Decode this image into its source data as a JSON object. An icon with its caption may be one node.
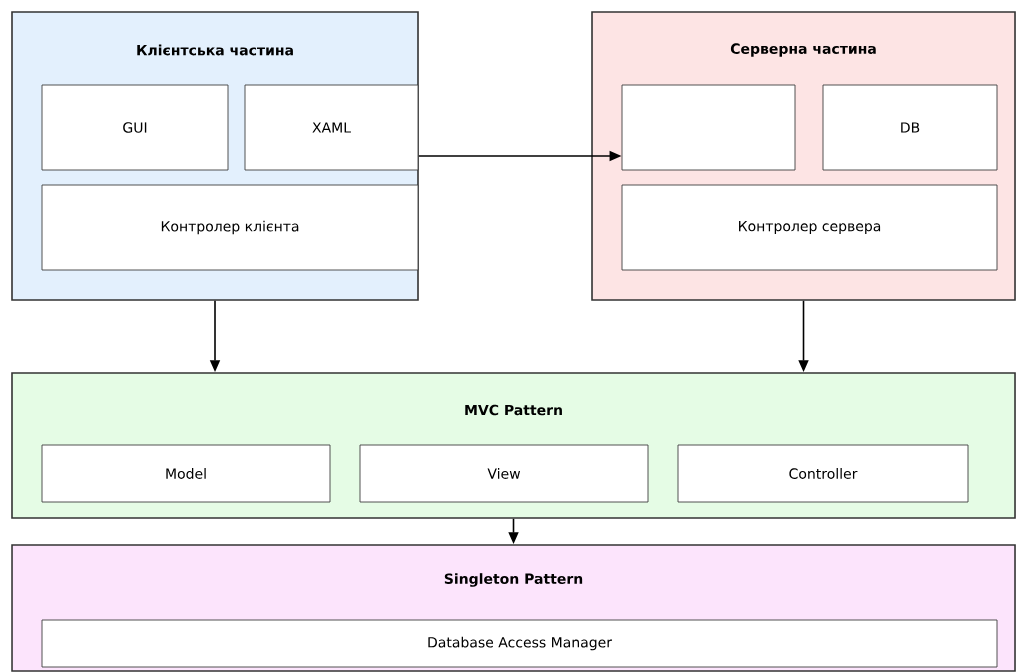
{
  "diagram": {
    "nodes": [
      {
        "text": [
          "Клієнтська частина"
        ]
      },
      {
        "text": [
          "GUI"
        ],
        "in": 0
      },
      {
        "text": [
          "XAML"
        ],
        "in": 0
      },
      {
        "text": [
          "Контролер клієнта"
        ],
        "in": 0
      },
      {
        "text": [
          "Серверна частина"
        ]
      },
      {
        "text": [],
        "shape": "box",
        "in": 4
      },
      {
        "text": [
          "DB"
        ],
        "in": 4
      },
      {
        "text": [
          "Контролер сервера"
        ],
        "in": 4
      },
      {
        "text": [
          "MVC Pattern"
        ]
      },
      {
        "text": [
          "Model"
        ],
        "in": 8
      },
      {
        "text": [
          "View"
        ],
        "in": 8
      },
      {
        "text": [
          "Controller"
        ],
        "in": 8
      },
      {
        "text": [
          "Singleton Pattern"
        ]
      },
      {
        "text": [
          "Database Access Manager"
        ],
        "in": 12
      }
    ],
    "edges": [
      {
        "from": 0,
        "to": 5,
        "arrow": "to"
      },
      {
        "from": 0,
        "to": 8,
        "arrow": "to"
      },
      {
        "from": 4,
        "to": 8,
        "arrow": "to"
      },
      {
        "from": 8,
        "to": 12,
        "arrow": "to"
      }
    ]
  }
}
